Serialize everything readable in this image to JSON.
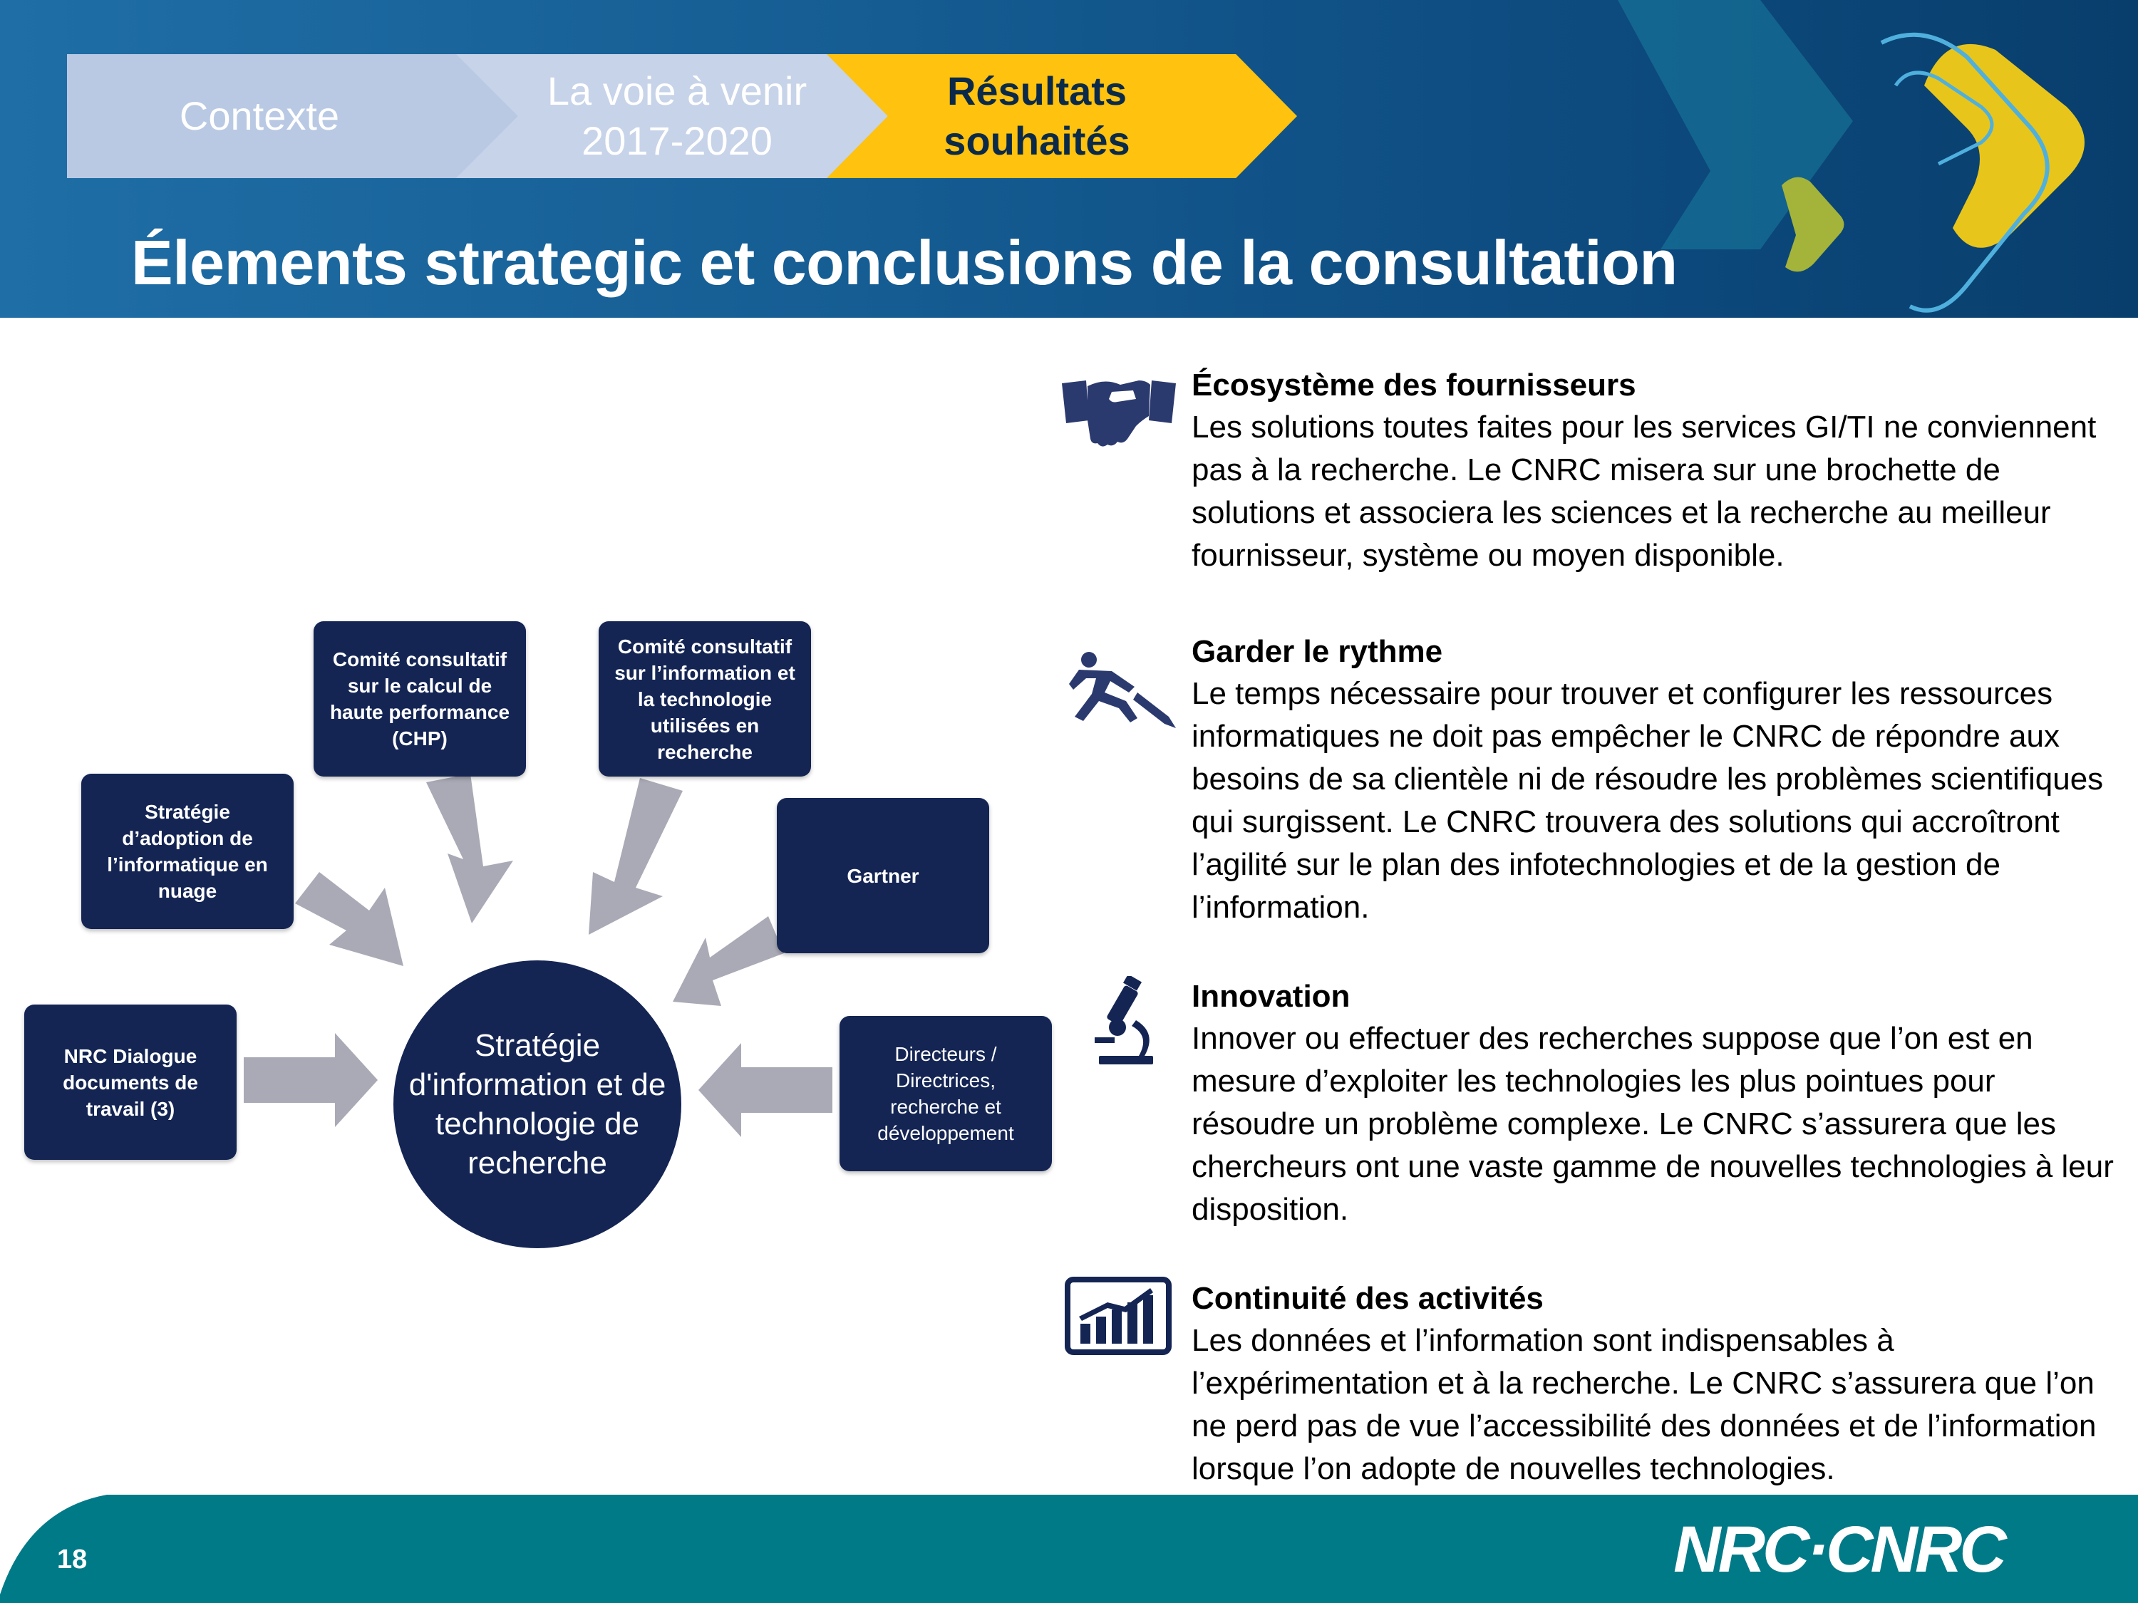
{
  "breadcrumb": {
    "step1": "Contexte",
    "step2_line1": "La voie à venir",
    "step2_line2": "2017-2020",
    "step3_line1": "Résultats",
    "step3_line2": "souhaités"
  },
  "page_title": "Élements strategic et conclusions de la consultation",
  "diagram": {
    "center": "Stratégie d'information et de technologie de recherche",
    "boxes": {
      "hpc": "Comité consultatif sur le calcul de haute performance (CHP)",
      "itr": "Comité consultatif sur l’information et la technologie utilisées en recherche",
      "cloud": "Stratégie d’adoption de l’informatique en nuage",
      "gartner": "Gartner",
      "dialogue": "NRC Dialogue documents de travail (3)",
      "directors": "Directeurs / Directrices, recherche et développement"
    }
  },
  "sections": [
    {
      "icon": "handshake-icon",
      "title": "Écosystème des fournisseurs",
      "text": "Les solutions toutes faites pour les services GI/TI ne conviennent pas à la recherche. Le CNRC misera sur une brochette de solutions et associera les sciences et la recherche au meilleur fournisseur, système ou moyen disponible."
    },
    {
      "icon": "runner-icon",
      "title": "Garder le rythme",
      "text": "Le temps nécessaire pour trouver et configurer les ressources informatiques ne doit pas empêcher le CNRC de répondre aux besoins de sa clientèle ni de résoudre les problèmes scientifiques qui surgissent. Le CNRC trouvera des solutions qui accroîtront l’agilité sur le plan des infotechnologies et de la gestion de l’information."
    },
    {
      "icon": "microscope-icon",
      "title": "Innovation",
      "text": "Innover ou effectuer des recherches suppose que l’on est en mesure d’exploiter les technologies les plus pointues pour résoudre un problème complexe. Le CNRC s’assurera que les chercheurs ont une vaste gamme de nouvelles technologies à leur disposition."
    },
    {
      "icon": "bar-chart-icon",
      "title": "Continuité des activités",
      "text": "Les données et l’information sont indispensables à l’expérimentation et à la recherche. Le CNRC s’assurera que l’on ne perd pas de vue l’accessibilité des données et de l’information lorsque l’on adopte de nouvelles technologies."
    }
  ],
  "footer": {
    "page_number": "18",
    "logo_text": "NRC·CNRC"
  },
  "colors": {
    "header_blue": "#155d93",
    "accent_yellow": "#ffc20e",
    "navy": "#142554",
    "footer_teal": "#007a87",
    "arrow_gray": "#a9aab5"
  }
}
